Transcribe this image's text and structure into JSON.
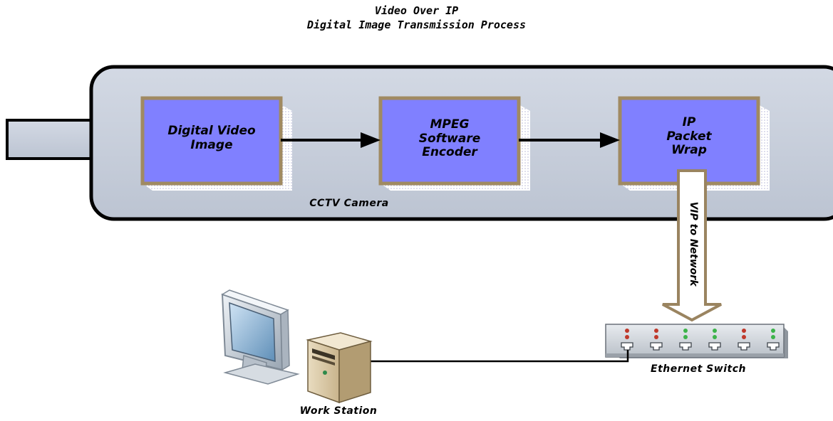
{
  "title": {
    "line1": "Video Over IP",
    "line2": "Digital Image Transmission Process"
  },
  "camera": {
    "label": "CCTV Camera"
  },
  "process_boxes": [
    {
      "lines": [
        "Digital Video",
        "Image"
      ]
    },
    {
      "lines": [
        "MPEG",
        "Software",
        "Encoder"
      ]
    },
    {
      "lines": [
        "IP",
        "Packet",
        "Wrap"
      ]
    }
  ],
  "network_arrow": {
    "label": "VIP to Network"
  },
  "switch": {
    "label": "Ethernet Switch",
    "port_leds": [
      "red",
      "red",
      "green",
      "green",
      "red",
      "green"
    ]
  },
  "workstation": {
    "label": "Work Station"
  },
  "colors": {
    "camera_body": "#c9d0dd",
    "box_fill": "#8080ff",
    "box_border": "#a08a62",
    "arrow_stroke": "#9a8460",
    "led_red": "#c0392b",
    "led_green": "#3cb34a"
  }
}
